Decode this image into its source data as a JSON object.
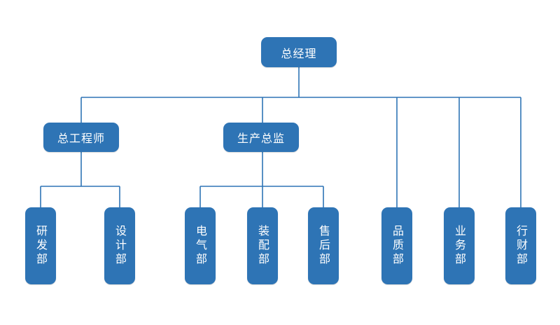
{
  "colors": {
    "node_fill": "#2e74b5",
    "line": "#2e74b5",
    "text": "#ffffff"
  },
  "nodes": {
    "ceo": "总经理",
    "chief_engineer": "总工程师",
    "production_director": "生产总监",
    "rd": "研发部",
    "design": "设计部",
    "electrical": "电气部",
    "assembly": "装配部",
    "after_sales": "售后部",
    "quality": "品质部",
    "business": "业务部",
    "finance": "行财部"
  }
}
